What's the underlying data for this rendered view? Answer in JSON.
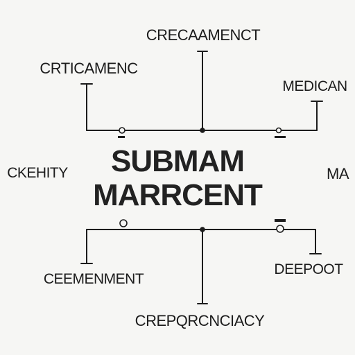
{
  "diagram": {
    "center": {
      "line1": "SUBMAM",
      "line2": "MARRCENT"
    },
    "labels": {
      "top": "CRECAAMENCT",
      "top_left": "CRTICAMENC",
      "top_right": "MEDICAN",
      "left": "CKEHITY",
      "right": "MA",
      "bottom_left": "CEEMENMENT",
      "bottom": "CREPQRCNCIACY",
      "bottom_right": "DEEPOOT"
    }
  }
}
